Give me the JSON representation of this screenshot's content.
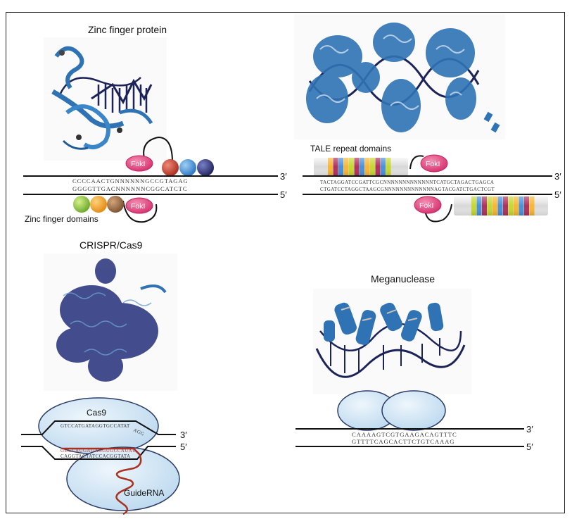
{
  "figure": {
    "panels": {
      "zfn": {
        "title": "Zinc finger protein",
        "domains_label": "Zinc finger domains",
        "nuclease_label": "FokI",
        "top_strand": "CCCCAACTGNNNNNNGCCGTAGAG",
        "bottom_strand": "GGGGTTGACNNNNNNCGGCATCTC",
        "top_end": "3′",
        "bottom_end": "5′",
        "top_domain_colors": [
          "#c0392b",
          "#3d8fd6",
          "#2c2f6e"
        ],
        "bottom_domain_colors": [
          "#8cc63f",
          "#f5a623",
          "#9a6b3f"
        ]
      },
      "tale": {
        "domains_label": "TALE repeat domains",
        "nuclease_label": "FokI",
        "top_strand": "TACTAGGATCCGATTCGCNNNNNNNNNNNNNTCATGCTAGACTGAGCA",
        "bottom_strand": "CTGATCCTAGGCTAAGCGNNNNNNNNNNNNNAGTACGATCTGACTCGT",
        "top_end": "3′",
        "bottom_end": "5′",
        "repeat_colors": [
          "#f7b733",
          "#b0305c",
          "#4a90d9",
          "#f7b733",
          "#c6d92f",
          "#b0305c",
          "#4a90d9",
          "#f7b733",
          "#c6d92f",
          "#b0305c",
          "#4a90d9",
          "#c6d92f"
        ]
      },
      "crispr": {
        "title": "CRISPR/Cas9",
        "protein_label": "Cas9",
        "guide_label": "GuideRNA",
        "top_strand": "GTCCATGATAGGTGCCATAT",
        "pam": "AGG",
        "guide_strand": "GUCCAUGAUAGGUGCCAUAU",
        "bottom_strand": "CAGGTACTATCCACGGTATA",
        "top_end": "3′",
        "bottom_end": "5′"
      },
      "meganuclease": {
        "title": "Meganuclease",
        "top_strand": "CAAAAGTCGTGAAGACAGTTTC",
        "bottom_strand": "GTTTTCAGCACTTCTGTCAAAG",
        "top_end": "3′",
        "bottom_end": "5′"
      }
    },
    "colors": {
      "protein_blue": "#2f73b5",
      "dna_navy": "#1c2358",
      "fok_pink": "#e0457b",
      "enzyme_fill": "#d3e6f4",
      "guide_red": "#a8321f"
    }
  }
}
